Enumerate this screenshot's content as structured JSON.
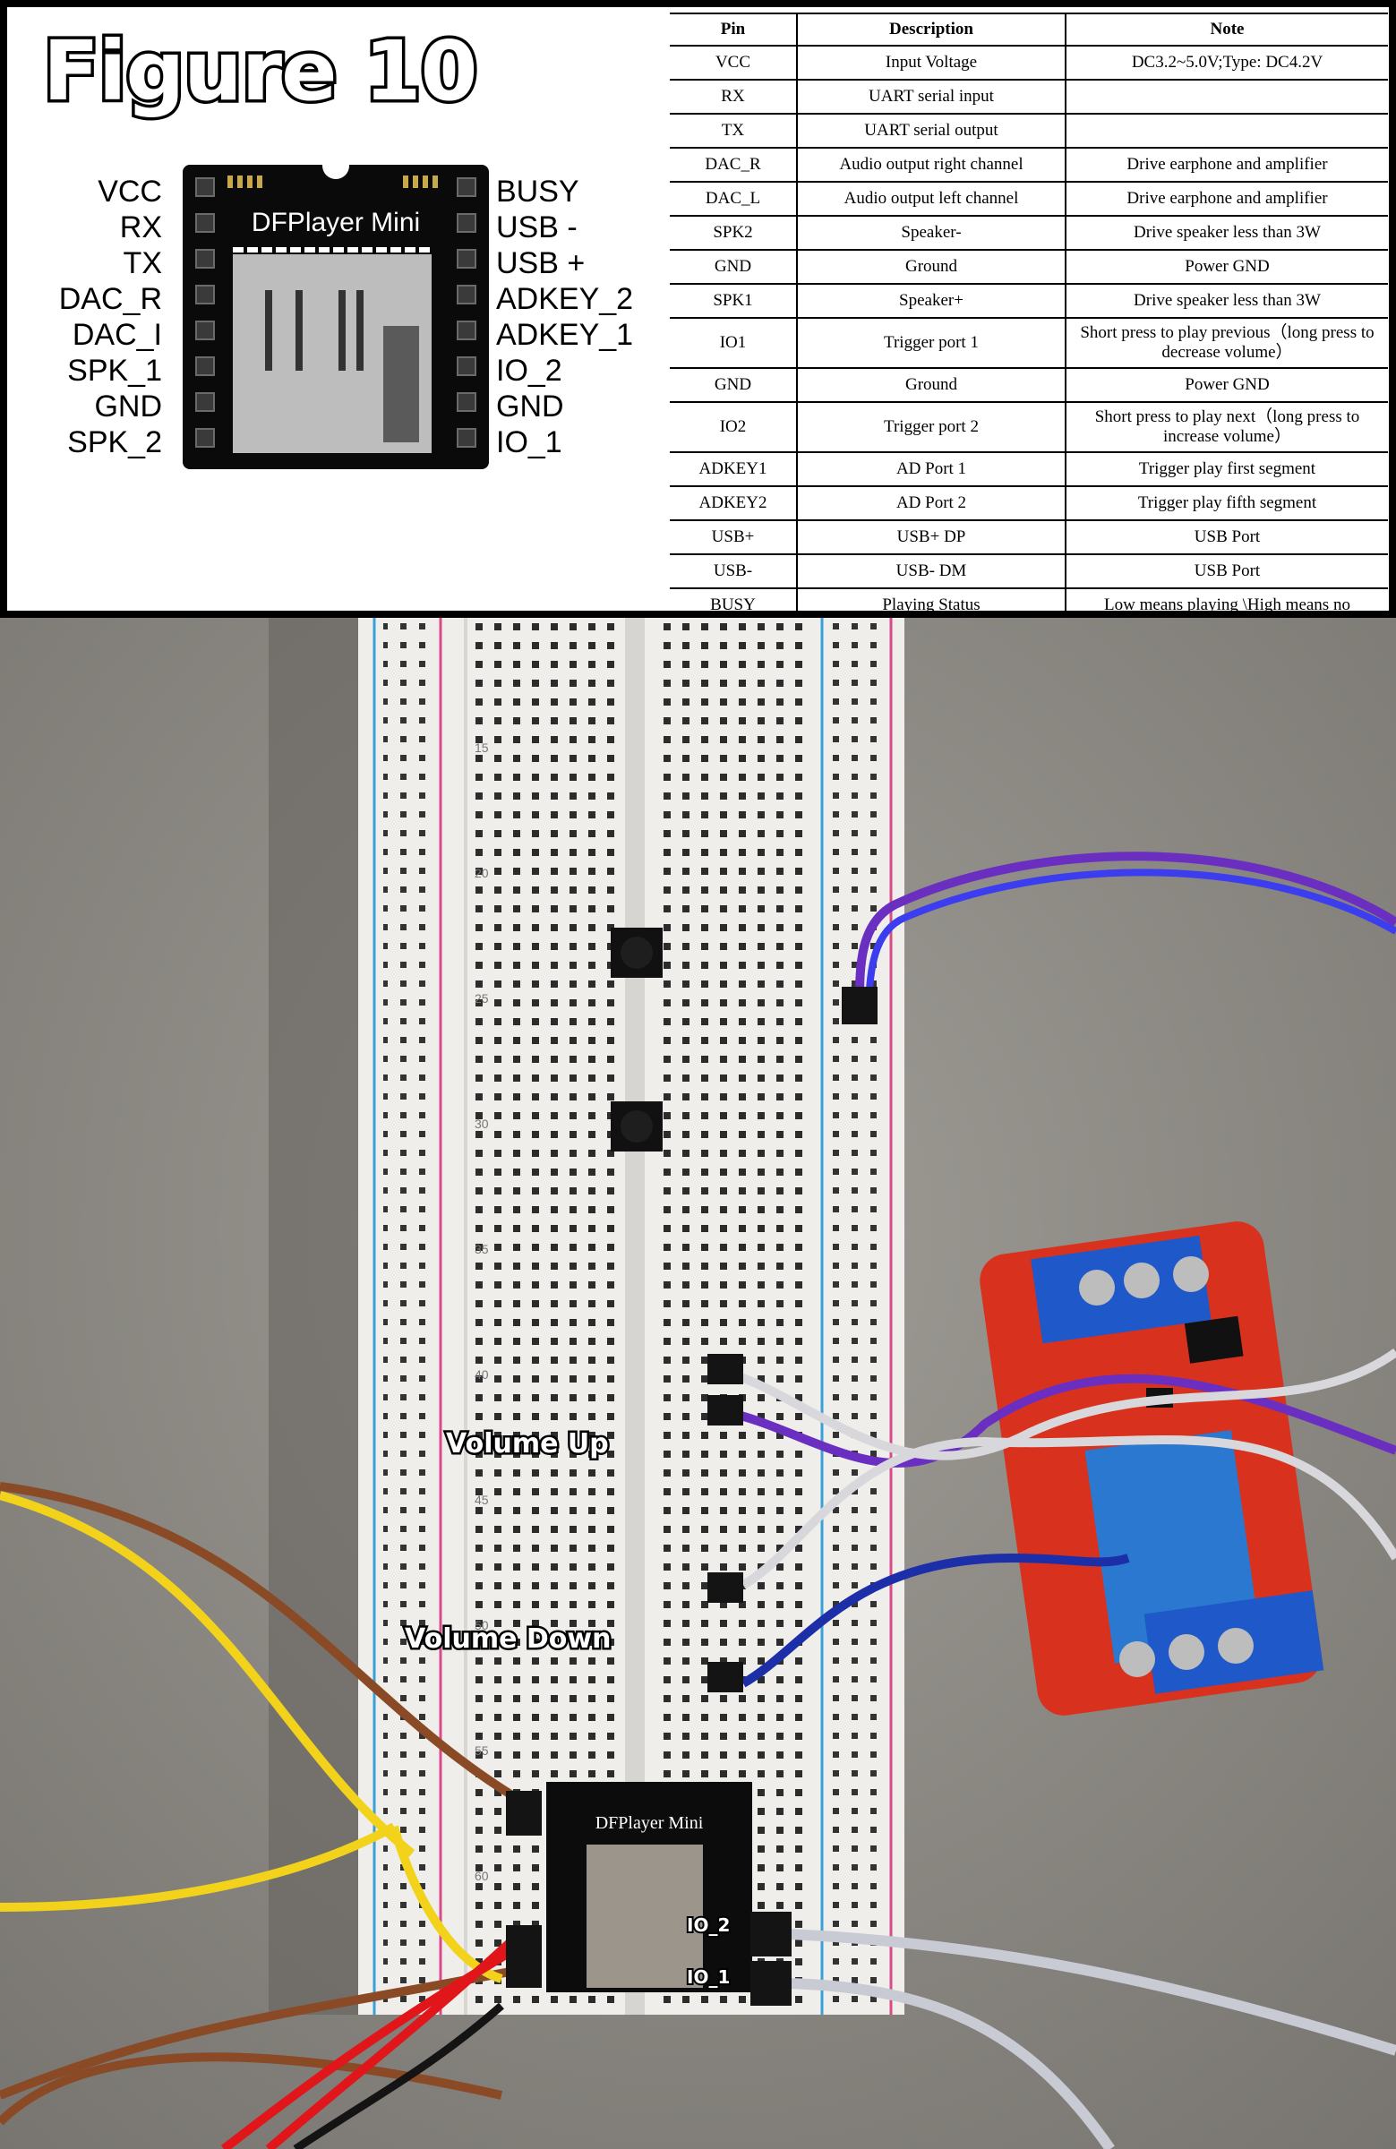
{
  "figure_title": "Figure 10",
  "module_name": "DFPlayer Mini",
  "left_pins": [
    "VCC",
    "RX",
    "TX",
    "DAC_R",
    "DAC_I",
    "SPK_1",
    "GND",
    "SPK_2"
  ],
  "right_pins": [
    "BUSY",
    "USB -",
    "USB +",
    "ADKEY_2",
    "ADKEY_1",
    "IO_2",
    "GND",
    "IO_1"
  ],
  "table": {
    "headers": [
      "Pin",
      "Description",
      "Note"
    ],
    "rows": [
      {
        "pin": "VCC",
        "desc": "Input Voltage",
        "note": "DC3.2~5.0V;Type: DC4.2V"
      },
      {
        "pin": "RX",
        "desc": "UART serial input",
        "note": ""
      },
      {
        "pin": "TX",
        "desc": "UART serial output",
        "note": ""
      },
      {
        "pin": "DAC_R",
        "desc": "Audio output right channel",
        "note": "Drive earphone and amplifier"
      },
      {
        "pin": "DAC_L",
        "desc": "Audio output left channel",
        "note": "Drive earphone and amplifier"
      },
      {
        "pin": "SPK2",
        "desc": "Speaker-",
        "note": "Drive speaker less than 3W"
      },
      {
        "pin": "GND",
        "desc": "Ground",
        "note": "Power GND"
      },
      {
        "pin": "SPK1",
        "desc": "Speaker+",
        "note": "Drive speaker less than 3W"
      },
      {
        "pin": "IO1",
        "desc": "Trigger port 1",
        "note": "Short press to play previous（long press to decrease volume）"
      },
      {
        "pin": "GND",
        "desc": "Ground",
        "note": "Power GND"
      },
      {
        "pin": "IO2",
        "desc": "Trigger port 2",
        "note": "Short press to play next（long press to increase volume）"
      },
      {
        "pin": "ADKEY1",
        "desc": "AD Port 1",
        "note": "Trigger play first segment"
      },
      {
        "pin": "ADKEY2",
        "desc": "AD Port 2",
        "note": "Trigger play fifth segment"
      },
      {
        "pin": "USB+",
        "desc": "USB+ DP",
        "note": "USB Port"
      },
      {
        "pin": "USB-",
        "desc": "USB- DM",
        "note": "USB Port"
      },
      {
        "pin": "BUSY",
        "desc": "Playing Status",
        "note": "Low means playing \\High means no"
      }
    ]
  },
  "photo_labels": {
    "volume_up": "Volume Up",
    "volume_down": "Volume Down",
    "io_2": "IO_2",
    "io_1": "IO_1",
    "board_module_name": "DFPlayer Mini"
  },
  "breadboard_row_numbers": [
    "15",
    "20",
    "25",
    "30",
    "35",
    "40",
    "45",
    "50",
    "55",
    "60"
  ],
  "colors": {
    "wire_purple": "#6a2fc0",
    "wire_white": "#d8d8dc",
    "wire_blue": "#1d2fa8",
    "wire_yellow": "#f2d21a",
    "wire_brown": "#8a4a25",
    "wire_red": "#e0161a",
    "wire_black": "#141414",
    "relay_board": "#d8321e",
    "relay_block": "#1f58c9"
  }
}
